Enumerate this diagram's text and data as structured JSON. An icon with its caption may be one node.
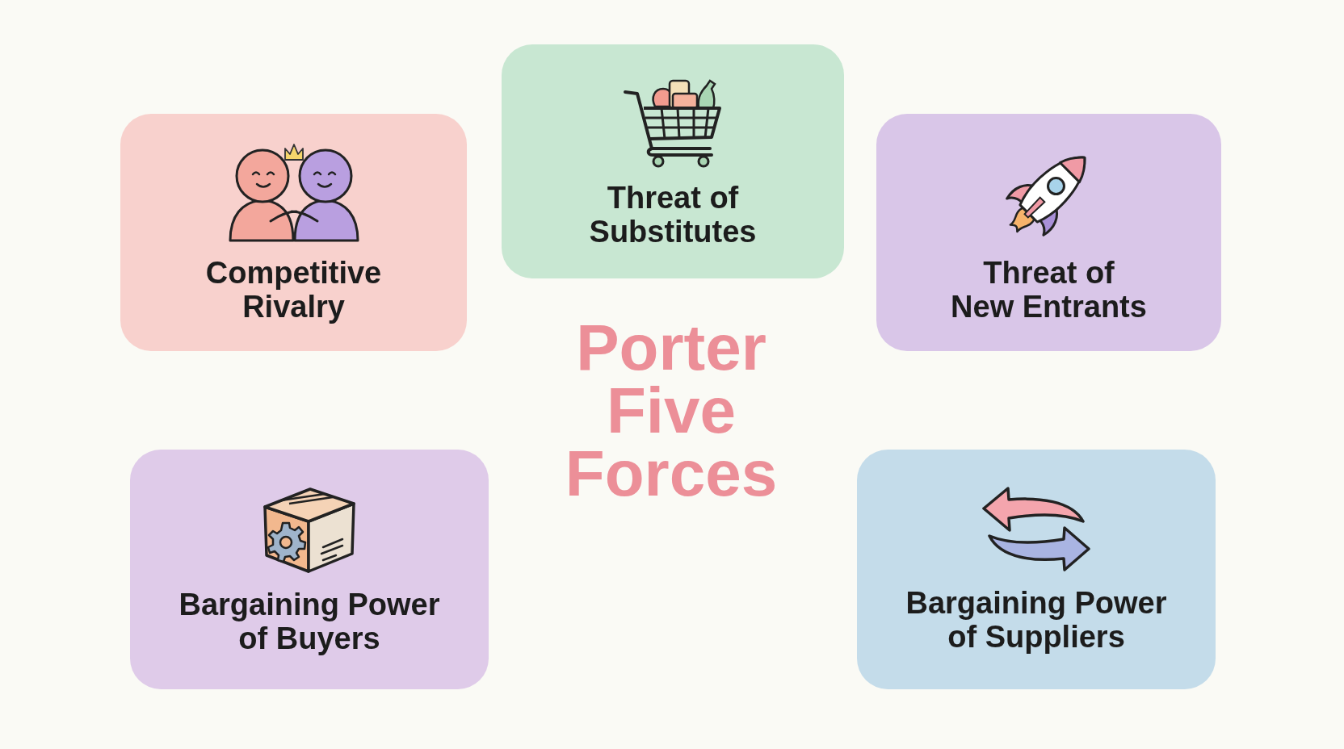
{
  "diagram": {
    "title": "Porter Five Forces",
    "nodes": [
      {
        "text": [
          "Competitive Rivalry"
        ]
      },
      {
        "text": [
          "Threat of Substitutes"
        ]
      },
      {
        "text": [
          "Threat of New Entrants"
        ]
      },
      {
        "text": [
          "Bargaining Power of Buyers"
        ]
      },
      {
        "text": [
          "Bargaining Power of Suppliers"
        ]
      }
    ]
  }
}
